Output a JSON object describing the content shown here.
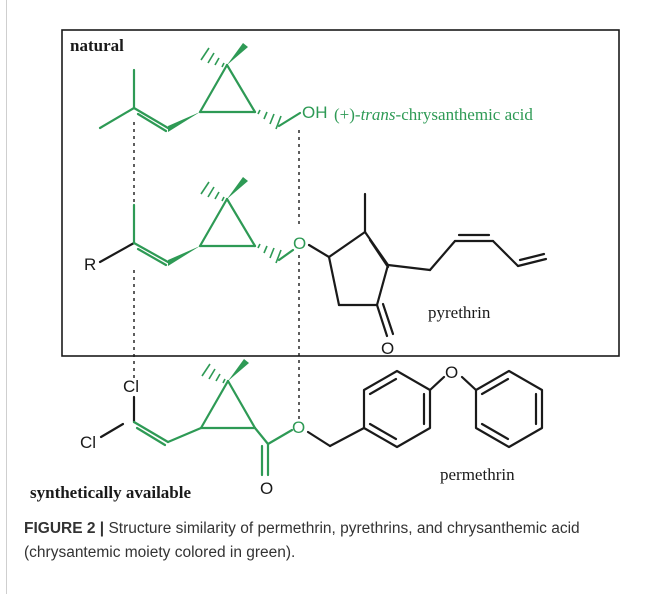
{
  "figure": {
    "box_label_top": "natural",
    "box_label_bottom": "synthetically available",
    "chrysanthemic": {
      "prefix": "(+)-",
      "italic": "trans",
      "suffix": "-chrysanthemic acid",
      "oh": "OH"
    },
    "pyrethrin": {
      "name": "pyrethrin",
      "r": "R",
      "o_ether": "O",
      "o_ketone": "O"
    },
    "permethrin": {
      "name": "permethrin",
      "cl_top": "Cl",
      "cl_bottom": "Cl",
      "o_ester": "O",
      "o_carbonyl": "O",
      "o_phenoxy": "O"
    },
    "colors": {
      "moiety_green": "#2e9a55",
      "black": "#1a1a1a"
    }
  },
  "caption": {
    "label": "FIGURE 2 |",
    "text": " Structure similarity of permethrin, pyrethrins, and chrysanthemic acid (chrysantemic moiety colored in green)."
  }
}
